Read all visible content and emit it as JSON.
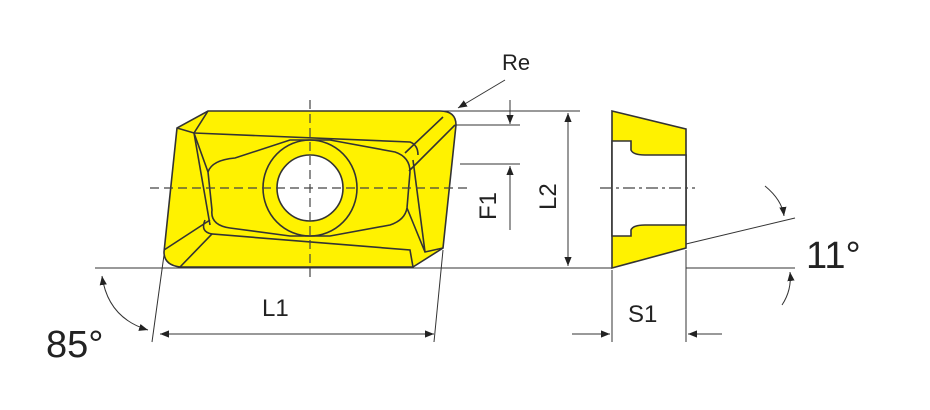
{
  "colors": {
    "insert_fill": "#FFF200",
    "line": "#333333"
  },
  "labels": {
    "re": "Re",
    "l1": "L1",
    "l2": "L2",
    "f1": "F1",
    "s1": "S1",
    "angle_85": "85°",
    "angle_11": "11°"
  }
}
